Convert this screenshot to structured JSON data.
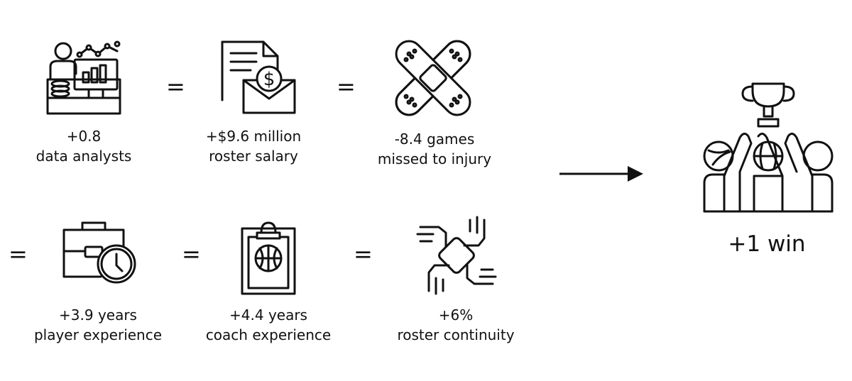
{
  "factors": [
    {
      "icon": "data-analyst-icon",
      "value": "+0.8",
      "label": "data analysts"
    },
    {
      "icon": "salary-envelope-icon",
      "value": "+$9.6 million",
      "label": "roster salary"
    },
    {
      "icon": "bandage-icon",
      "value": "-8.4 games",
      "label": "missed to injury"
    },
    {
      "icon": "briefcase-clock-icon",
      "value": "+3.9 years",
      "label": "player experience"
    },
    {
      "icon": "clipboard-basketball-icon",
      "value": "+4.4 years",
      "label": "coach experience"
    },
    {
      "icon": "hands-circle-icon",
      "value": "+6%",
      "label": "roster continuity"
    }
  ],
  "operator": "=",
  "result": {
    "icon": "team-trophy-icon",
    "text": "+1 win"
  },
  "connector_icon": "right-arrow-icon"
}
